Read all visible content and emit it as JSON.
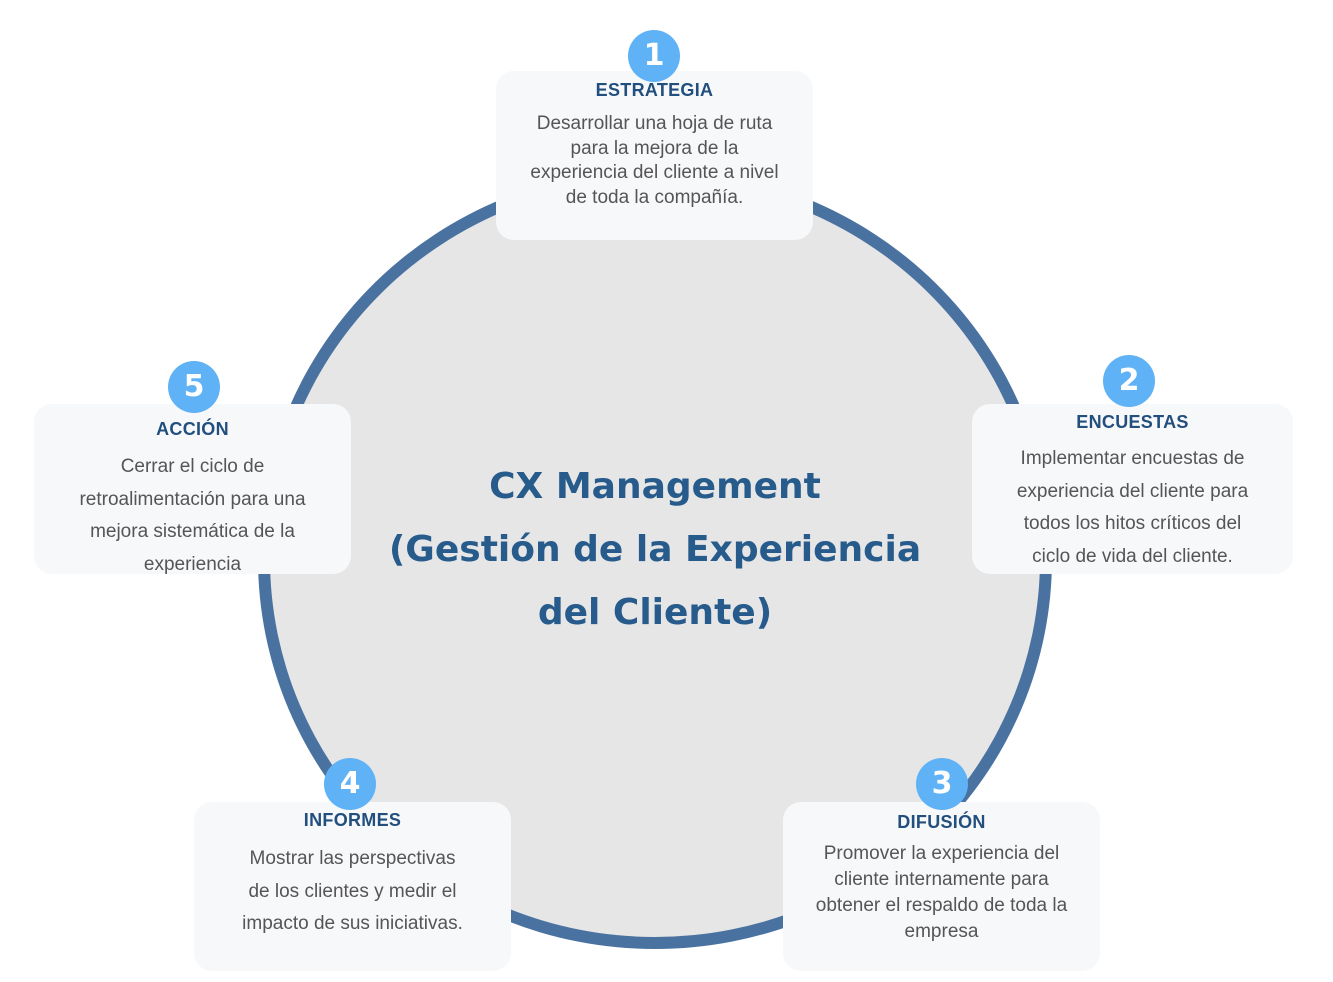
{
  "diagram": {
    "center_title_lines": [
      "CX Management",
      "(Gestión de la Experiencia",
      "del Cliente)"
    ],
    "colors": {
      "ring": "#4a72a0",
      "ring_fill": "#e6e6e6",
      "badge": "#5fb2f5",
      "title_text": "#224f7d",
      "card_bg": "#f7f8fa"
    },
    "steps": [
      {
        "number": "1",
        "title": "ESTRATEGIA",
        "lines": [
          "Desarrollar una hoja de ruta",
          "para la mejora de la",
          "experiencia del cliente a nivel",
          "de toda la compañía."
        ]
      },
      {
        "number": "2",
        "title": "ENCUESTAS",
        "lines": [
          "Implementar encuestas de",
          "experiencia del cliente para",
          "todos los hitos críticos del",
          "ciclo de vida del cliente."
        ]
      },
      {
        "number": "3",
        "title": "DIFUSIÓN",
        "lines": [
          "Promover la experiencia del",
          "cliente internamente para",
          "obtener el respaldo de toda la",
          "empresa"
        ]
      },
      {
        "number": "4",
        "title": "INFORMES",
        "lines": [
          "Mostrar las perspectivas",
          "de los clientes y medir el",
          "impacto de sus iniciativas."
        ]
      },
      {
        "number": "5",
        "title": "ACCIÓN",
        "lines": [
          "Cerrar el ciclo de",
          "retroalimentación para una",
          "mejora sistemática de la",
          "experiencia"
        ]
      }
    ]
  }
}
